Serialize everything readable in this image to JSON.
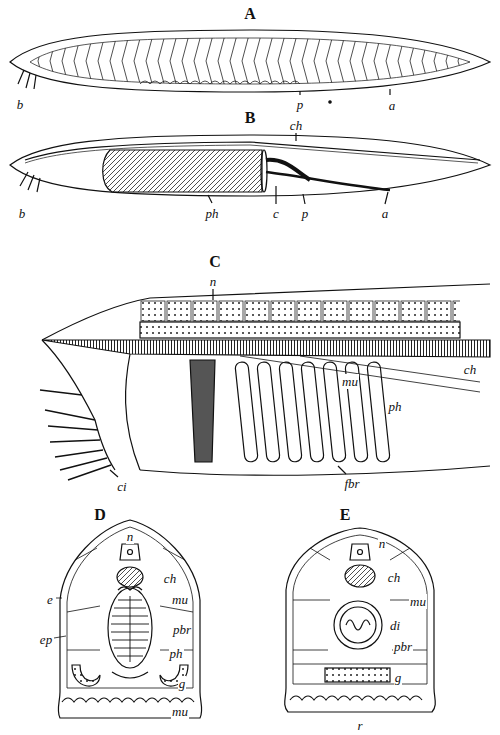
{
  "diagram": {
    "labels": [
      "A",
      "b",
      "p",
      "a",
      "B",
      "ch",
      "b",
      "ph",
      "c",
      "p",
      "a",
      "C",
      "n",
      "ch",
      "mu",
      "ph",
      "ci",
      "fbr",
      "D",
      "n",
      "ch",
      "e",
      "mu",
      "ep",
      "pbr",
      "ph",
      "g",
      "mu",
      "E",
      "n",
      "ch",
      "mu",
      "di",
      "pbr",
      "g",
      "r"
    ]
  }
}
